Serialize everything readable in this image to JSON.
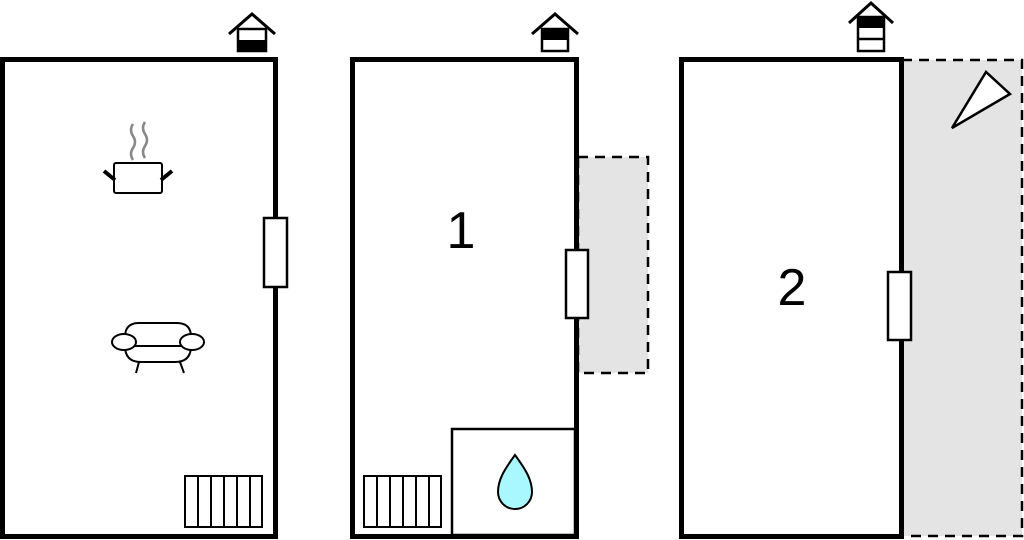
{
  "diagram": {
    "type": "floor-plan",
    "colors": {
      "wall": "#000000",
      "background": "#ffffff",
      "outdoor_area": "#e4e4e4",
      "water_drop": "#aaf8ff",
      "steam": "#888888"
    },
    "floors": [
      {
        "id": "ground-floor",
        "label": "",
        "level_icon": "house-level-ground",
        "features": [
          "kitchen-pot-icon",
          "sofa-icon",
          "stairs",
          "door"
        ]
      },
      {
        "id": "first-floor",
        "label": "1",
        "level_icon": "house-level-first",
        "features": [
          "bedroom-label",
          "door",
          "stairs",
          "bathroom-water-drop",
          "terrace"
        ]
      },
      {
        "id": "second-floor",
        "label": "2",
        "level_icon": "house-level-second",
        "features": [
          "bedroom-label",
          "door",
          "balcony",
          "terrace-triangle"
        ]
      }
    ]
  }
}
